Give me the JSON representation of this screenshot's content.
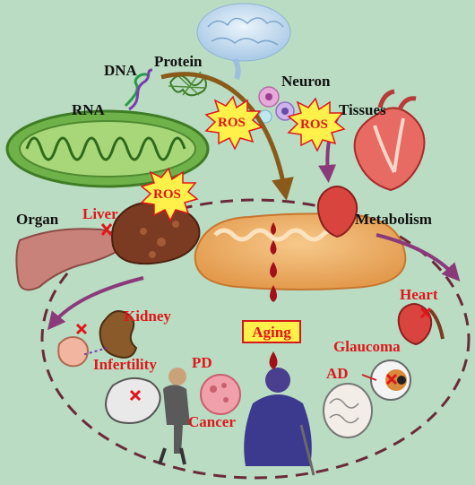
{
  "labels": {
    "dna": "DNA",
    "protein": "Protein",
    "neuron": "Neuron",
    "rna": "RNA",
    "tissues": "Tissues",
    "organ": "Organ",
    "liver": "Liver",
    "metabolism": "Metabolism",
    "kidney": "Kidney",
    "heart": "Heart",
    "infertility": "Infertility",
    "pd": "PD",
    "glaucoma": "Glaucoma",
    "ad": "AD",
    "cancer": "Cancer",
    "aging": "Aging"
  },
  "ros": [
    "ROS",
    "ROS",
    "ROS"
  ],
  "colors": {
    "background": "#b9dcc2",
    "label_red": "#e0161b",
    "label_black": "#111111",
    "ros_burst": "#fff04a",
    "dashed_circle": "#6b2a3a",
    "arrow_purple": "#8a3a7a",
    "arrow_brown": "#8a5a1a",
    "blood_drop": "#a3101a"
  },
  "icons": [
    "brain-icon",
    "dna-helix-icon",
    "protein-icon",
    "neuron-cell-icon",
    "mitochondrion-icon",
    "heart-icon",
    "liver-icon",
    "kidney-icon",
    "eye-icon",
    "uterus-icon",
    "elderly-man-icon",
    "elderly-woman-icon",
    "brain-slice-icon",
    "cancer-cell-icon",
    "blood-drop-icon"
  ]
}
